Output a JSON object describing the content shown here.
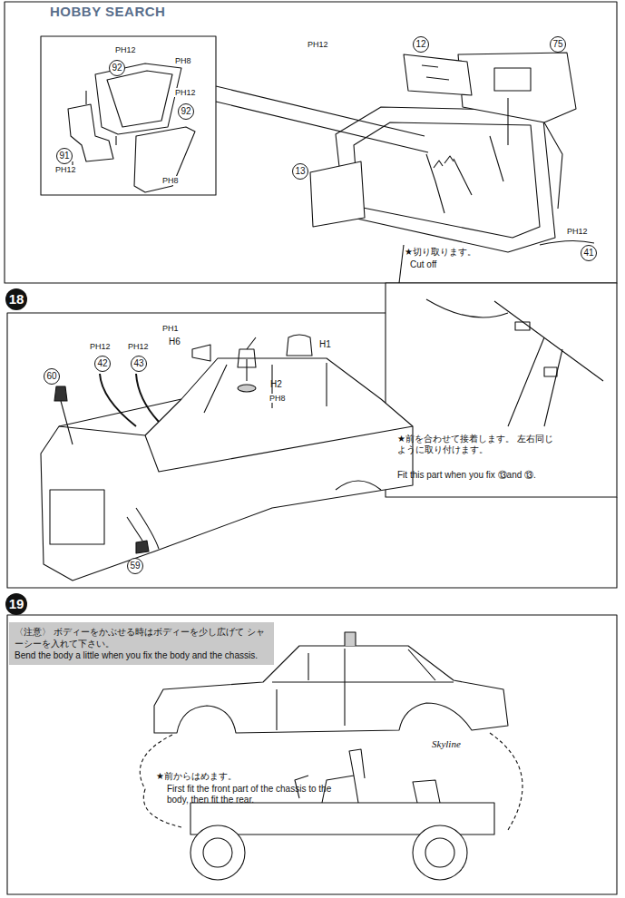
{
  "diagram": {
    "nodes": [
      {
        "text": [
          "〈注意〉 ボディーをかぶせる時はボディーを少し広げて シャーシーを入れて下さい。",
          "Bend the body a little when you fix the body and the chassis."
        ]
      }
    ],
    "labels": [
      "HOBBY SEARCH",
      "PH12",
      "92",
      "PH8",
      "PH12",
      "92",
      "91",
      "PH12",
      "PH8",
      "PH12",
      "12",
      "75",
      "13",
      "PH12",
      "41",
      "★切り取ります。",
      "Cut off",
      "18",
      "★前を合わせて接着します。 左右同じように取り付けます。",
      "Fit this part when you fix ⑬and ⑬.",
      "PH1",
      "H6",
      "PH12",
      "PH12",
      "42",
      "43",
      "H1",
      "60",
      "H2",
      "PH8",
      "59",
      "19",
      "Skyline",
      "★前からはめます。",
      "First fit the front part of the chassis to the body, then fit the rear."
    ]
  }
}
